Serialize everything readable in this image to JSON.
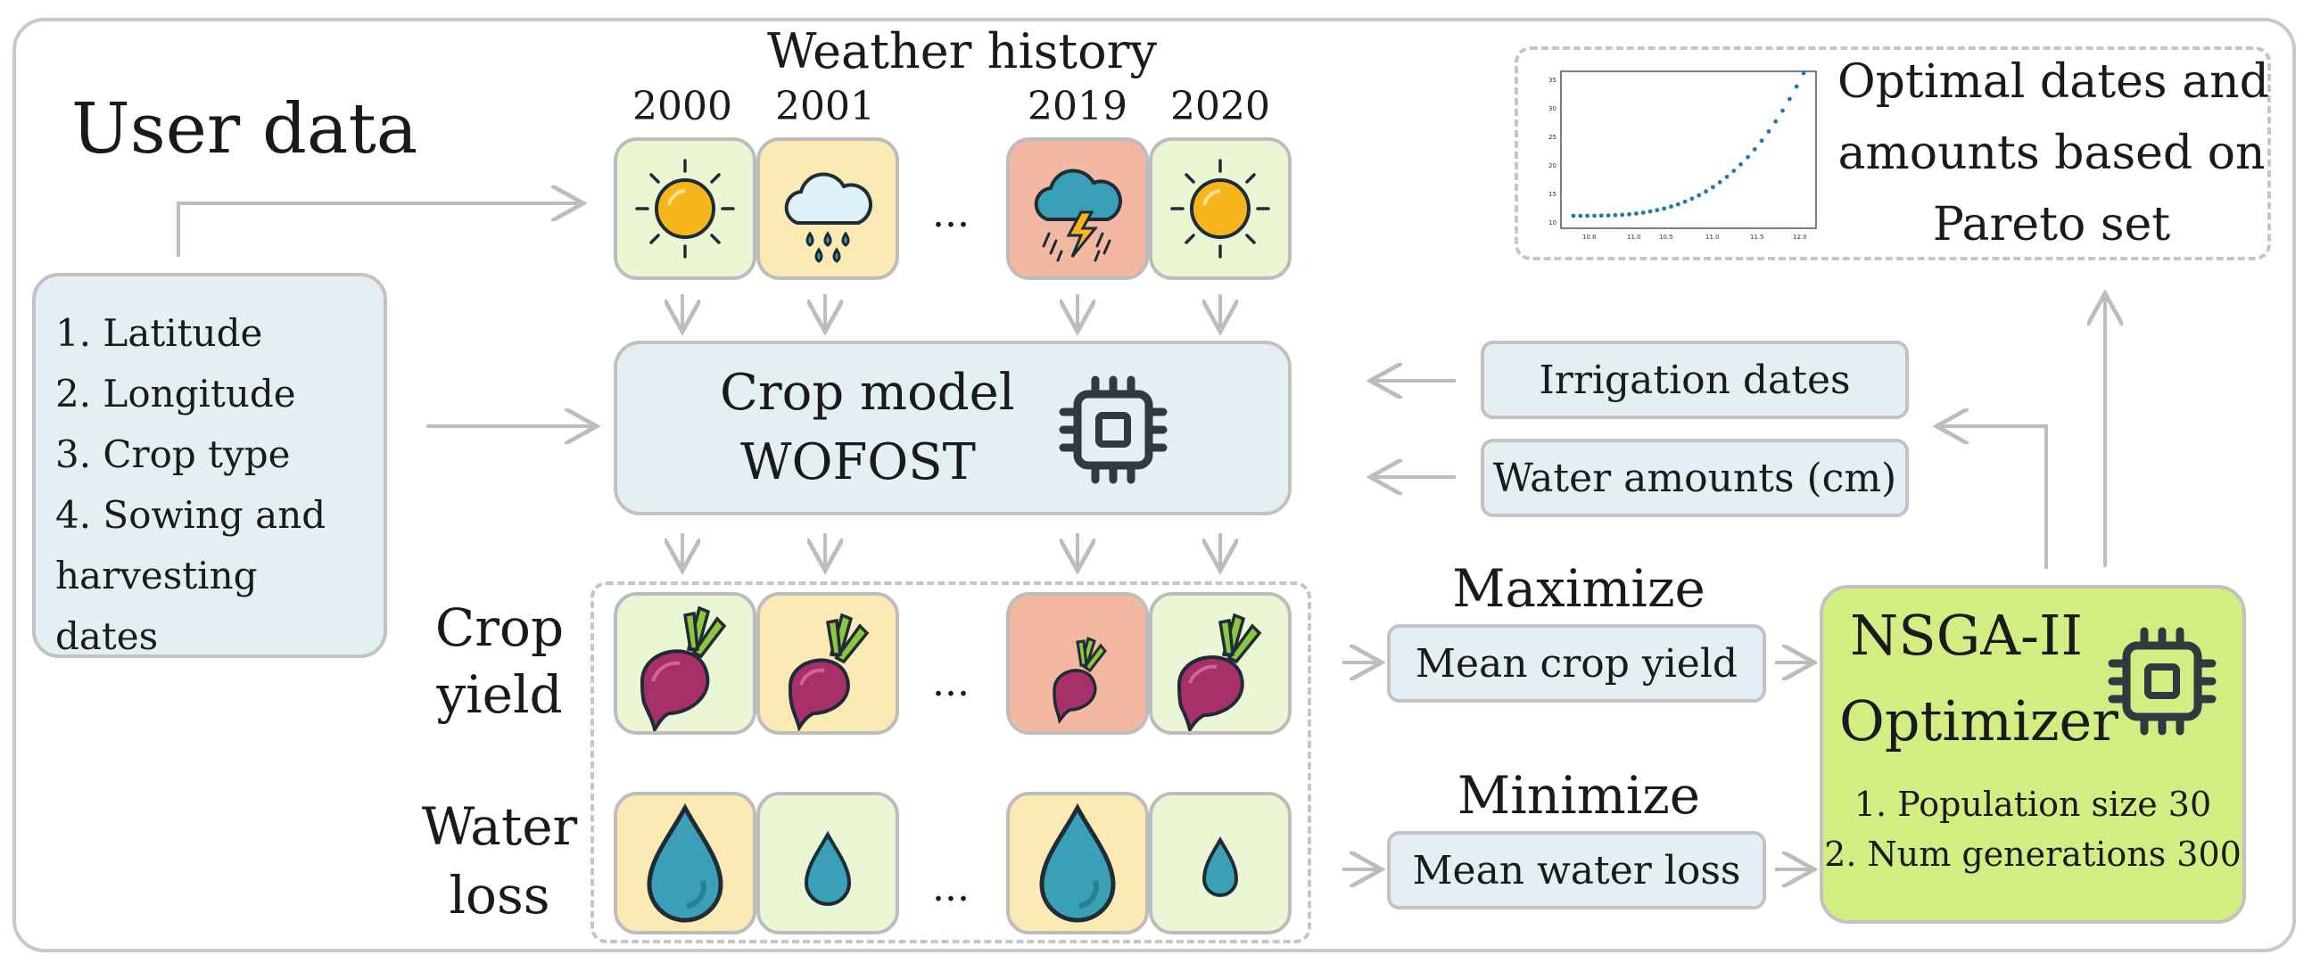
{
  "title_user_data": "User data",
  "weather": {
    "heading": "Weather history",
    "years": [
      "2000",
      "2001",
      "2019",
      "2020"
    ],
    "ellipsis": "..."
  },
  "user_items": [
    "1. Latitude",
    "2. Longitude",
    "3. Crop type",
    "4. Sowing and",
    "harvesting",
    "dates"
  ],
  "crop_model": {
    "line1": "Crop model",
    "line2": "WOFOST"
  },
  "inputs": {
    "irrigation": "Irrigation dates",
    "water": "Water amounts (cm)"
  },
  "rows": {
    "crop_yield_1": "Crop",
    "crop_yield_2": "yield",
    "water_loss_1": "Water",
    "water_loss_2": "loss",
    "ellipsis": "..."
  },
  "objectives": {
    "maximize": "Maximize",
    "mean_yield": "Mean crop yield",
    "minimize": "Minimize",
    "mean_water": "Mean water loss"
  },
  "optimizer": {
    "line1": "NSGA-II",
    "line2": "Optimizer",
    "param1": "1. Population size 30",
    "param2": "2. Num generations 300"
  },
  "result": {
    "line1": "Optimal dates and",
    "line2": "amounts based on",
    "line3": "Pareto set"
  },
  "pareto_plot": {
    "x_ticks": [
      "10.6",
      "11.0",
      "10.5",
      "11.0",
      "11.5",
      "12.0"
    ],
    "y_ticks": [
      "35",
      "30",
      "25",
      "20",
      "15",
      "10"
    ]
  },
  "colors": {
    "tile_green": "#eaf6d4",
    "tile_yellow": "#fbeab4",
    "tile_red": "#f2b8a1",
    "box_blue": "#e3eff3",
    "optimizer_green": "#d2ee82",
    "beet": "#a8306a",
    "drop": "#3aa0b8"
  }
}
